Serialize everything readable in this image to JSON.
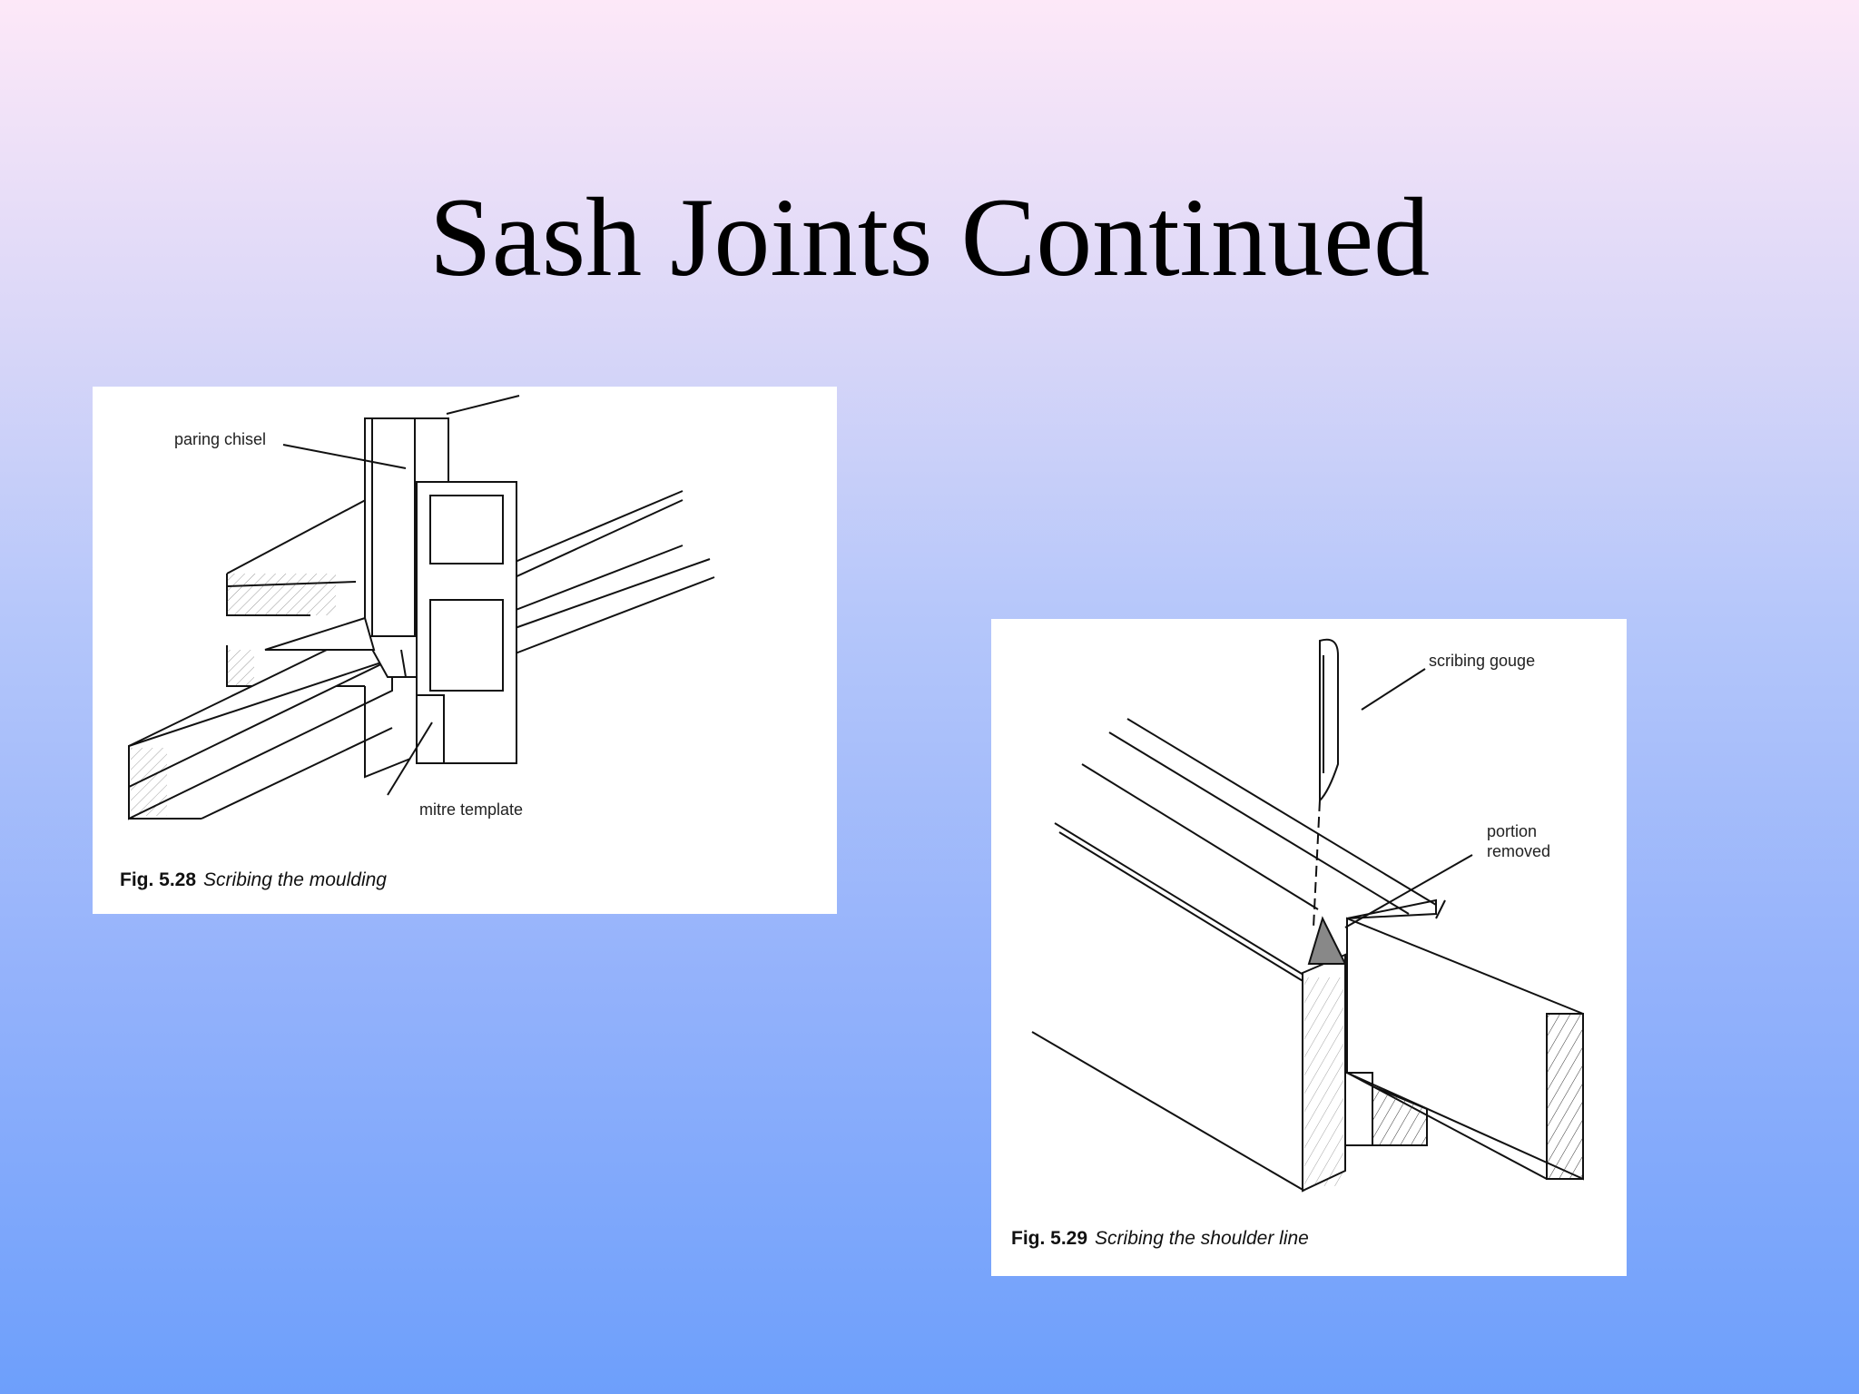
{
  "slide": {
    "title": "Sash Joints Continued"
  },
  "figure_1": {
    "labels": {
      "paring_chisel": "paring chisel",
      "mitre_template": "mitre template"
    },
    "caption_number": "Fig. 5.28",
    "caption_text": "Scribing the moulding"
  },
  "figure_2": {
    "labels": {
      "scribing_gouge": "scribing gouge",
      "portion_removed_line1": "portion",
      "portion_removed_line2": "removed"
    },
    "caption_number": "Fig. 5.29",
    "caption_text": "Scribing the shoulder line"
  }
}
